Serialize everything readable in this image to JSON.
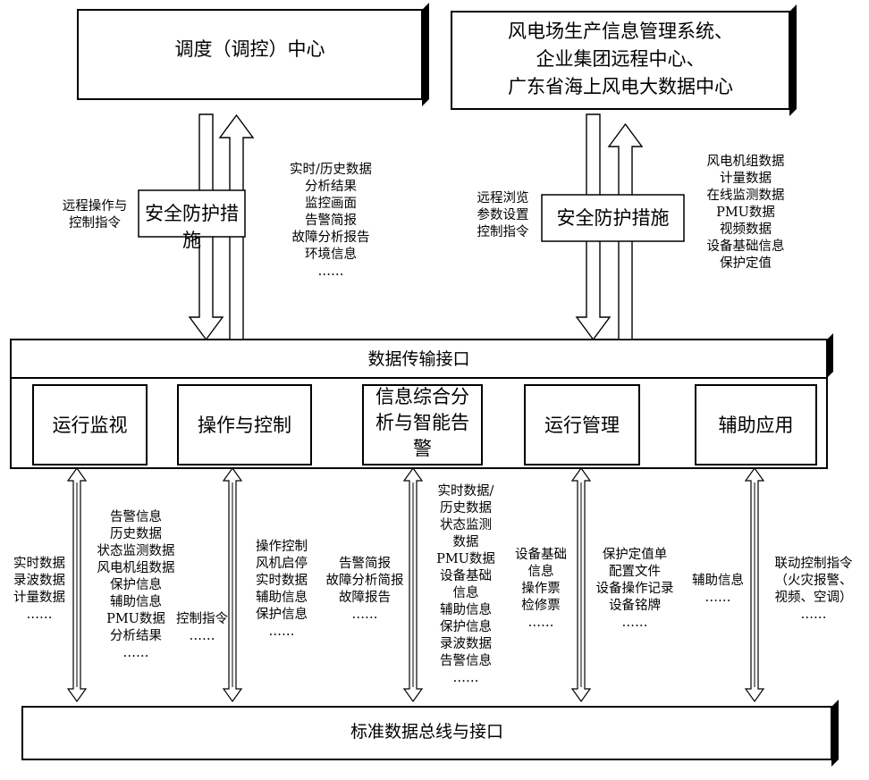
{
  "top": {
    "dispatch": "调度（调控）中心",
    "systems": "风电场生产信息管理系统、\n企业集团远程中心、\n广东省海上风电大数据中心"
  },
  "safety": {
    "left": "安全防护措施",
    "right": "安全防护措施"
  },
  "top_notes": {
    "left_down": "远程操作与\n控制指令",
    "left_up": "实时/历史数据\n分析结果\n监控画面\n告警简报\n故障分析报告\n环境信息\n……",
    "right_down": "远程浏览\n参数设置\n控制指令",
    "right_up": "风电机组数据\n计量数据\n在线监测数据\nPMU数据\n视频数据\n设备基础信息\n保护定值"
  },
  "interface": {
    "label": "数据传输接口"
  },
  "modules": [
    "运行监视",
    "操作与控制",
    "信息综合分\n析与智能告\n警",
    "运行管理",
    "辅助应用"
  ],
  "bottom": {
    "n1": "实时数据\n录波数据\n计量数据\n……",
    "n2": "告警信息\n历史数据\n状态监测数据\n风电机组数据\n保护信息\n辅助信息\nPMU数据\n分析结果\n……",
    "n3": "控制指令\n……",
    "n4": "操作控制\n风机启停\n实时数据\n辅助信息\n保护信息\n……",
    "n5": "告警简报\n故障分析简报\n故障报告\n……",
    "n6": "实时数据/\n历史数据\n状态监测\n数据\nPMU数据\n设备基础\n信息\n辅助信息\n保护信息\n录波数据\n告警信息\n……",
    "n7": "设备基础\n信息\n操作票\n检修票\n……",
    "n8": "保护定值单\n配置文件\n设备操作记录\n设备铭牌\n……",
    "n9": "辅助信息\n……",
    "n10": "联动控制指令\n（火灾报警、\n视频、空调）\n……"
  },
  "bus": {
    "label": "标准数据总线与接口"
  }
}
